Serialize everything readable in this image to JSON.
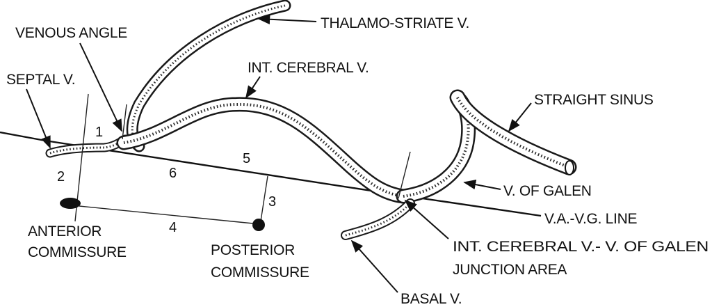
{
  "labels": {
    "thalamo_striate": "THALAMO-STRIATE V.",
    "venous_angle": "VENOUS ANGLE",
    "int_cerebral": "INT. CEREBRAL V.",
    "septal": "SEPTAL V.",
    "straight_sinus": "STRAIGHT SINUS",
    "v_of_galen": "V. OF GALEN",
    "va_vg_line": "V.A.-V.G. LINE",
    "anterior_commissure": [
      "ANTERIOR",
      "COMMISSURE"
    ],
    "posterior_commissure": [
      "POSTERIOR",
      "COMMISSURE"
    ],
    "junction_area": [
      "INT. CEREBRAL V.- V. OF GALEN",
      "JUNCTION AREA"
    ],
    "basal": "BASAL V."
  },
  "numbers": {
    "n1": "1",
    "n2": "2",
    "n3": "3",
    "n4": "4",
    "n5": "5",
    "n6": "6"
  }
}
